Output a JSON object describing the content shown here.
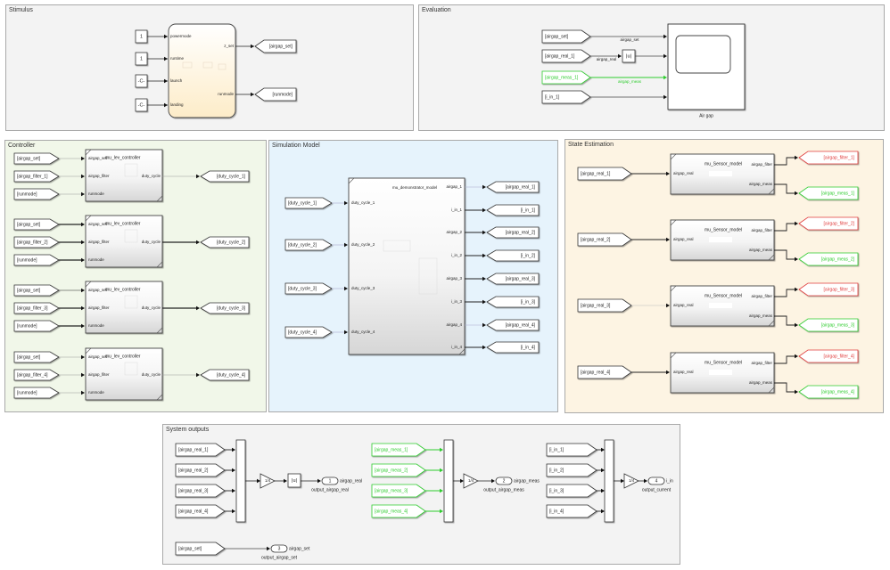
{
  "colors": {
    "stimulus_bg": "#f3f3f3",
    "evaluation_bg": "#f3f3f3",
    "controller_bg": "#f1f7e9",
    "simulation_bg": "#e6f3fc",
    "state_bg": "#fdf4e3",
    "outputs_bg": "#f3f3f3",
    "green_signal": "#2ecc2e",
    "red_signal": "#e03c3c",
    "chart_fill": "#fdf0dc"
  },
  "areas": {
    "stimulus": "Stimulus",
    "evaluation": "Evaluation",
    "controller": "Controller",
    "simulation": "Simulation Model",
    "state_estimation": "State Estimation",
    "system_outputs": "System outputs"
  },
  "stimulus": {
    "constants": [
      "1",
      "1",
      "-C-",
      "-C-"
    ],
    "chart_inputs": [
      "powermode",
      "runtime",
      "launch",
      "landing"
    ],
    "chart_outputs": [
      "z_set",
      "runmode"
    ],
    "gotos": [
      "[airgap_set]",
      "[runmode]"
    ]
  },
  "evaluation": {
    "froms": [
      "[airgap_set]",
      "[airgap_real_1]",
      "[airgap_meas_1]",
      "[i_in_1]"
    ],
    "signal_labels": [
      "airgap_set",
      "airgap_real",
      "airgap_meas"
    ],
    "abs_label": "|u|",
    "scope_label": "Air gap"
  },
  "controller": {
    "block_name": "mu_lev_controller",
    "inputs": [
      "airgap_set",
      "airgap_filter",
      "runmode"
    ],
    "output": "duty_cycle",
    "rows": [
      {
        "froms": [
          "[airgap_set]",
          "[airgap_filter_1]",
          "[runmode]"
        ],
        "goto": "[duty_cycle_1]"
      },
      {
        "froms": [
          "[airgap_set]",
          "[airgap_filter_2]",
          "[runmode]"
        ],
        "goto": "[duty_cycle_2]"
      },
      {
        "froms": [
          "[airgap_set]",
          "[airgap_filter_3]",
          "[runmode]"
        ],
        "goto": "[duty_cycle_3]"
      },
      {
        "froms": [
          "[airgap_set]",
          "[airgap_filter_4]",
          "[runmode]"
        ],
        "goto": "[duty_cycle_4]"
      }
    ]
  },
  "simulation": {
    "block_name": "mu_demonstrator_model",
    "froms": [
      "[duty_cycle_1]",
      "[duty_cycle_2]",
      "[duty_cycle_3]",
      "[duty_cycle_4]"
    ],
    "inputs": [
      "duty_cycle_1",
      "duty_cycle_2",
      "duty_cycle_3",
      "duty_cycle_4"
    ],
    "outputs": [
      "airgap_1",
      "i_in_1",
      "airgap_2",
      "i_in_2",
      "airgap_3",
      "i_in_3",
      "airgap_4",
      "i_in_4"
    ],
    "gotos": [
      "[airgap_real_1]",
      "[i_in_1]",
      "[airgap_real_2]",
      "[i_in_2]",
      "[airgap_real_3]",
      "[i_in_3]",
      "[airgap_real_4]",
      "[i_in_4]"
    ]
  },
  "state_estimation": {
    "block_name": "mu_Sensor_model",
    "input": "airgap_real",
    "outputs": [
      "airgap_filter",
      "airgap_meas"
    ],
    "rows": [
      {
        "from": "[airgap_real_1]",
        "goto_filter": "[airgap_filter_1]",
        "goto_meas": "[airgap_meas_1]"
      },
      {
        "from": "[airgap_real_2]",
        "goto_filter": "[airgap_filter_2]",
        "goto_meas": "[airgap_meas_2]"
      },
      {
        "from": "[airgap_real_3]",
        "goto_filter": "[airgap_filter_3]",
        "goto_meas": "[airgap_meas_3]"
      },
      {
        "from": "[airgap_real_4]",
        "goto_filter": "[airgap_filter_4]",
        "goto_meas": "[airgap_meas_4]"
      }
    ]
  },
  "system_outputs": {
    "real_froms": [
      "[airgap_real_1]",
      "[airgap_real_2]",
      "[airgap_real_3]",
      "[airgap_real_4]"
    ],
    "meas_froms": [
      "[airgap_meas_1]",
      "[airgap_meas_2]",
      "[airgap_meas_3]",
      "[airgap_meas_4]"
    ],
    "current_froms": [
      "[i_in_1]",
      "[i_in_2]",
      "[i_in_3]",
      "[i_in_4]"
    ],
    "set_from": "[airgap_set]",
    "sum_sign": "+",
    "gain_label": "1/4",
    "abs_label": "|u|",
    "outports": [
      {
        "num": "1",
        "signal": "airgap_real",
        "name": "output_airgap_real"
      },
      {
        "num": "2",
        "signal": "airgap_meas",
        "name": "output_airgap_meas"
      },
      {
        "num": "3",
        "signal": "airgap_set",
        "name": "output_airgap_set"
      },
      {
        "num": "4",
        "signal": "i_in",
        "name": "output_current"
      }
    ]
  }
}
